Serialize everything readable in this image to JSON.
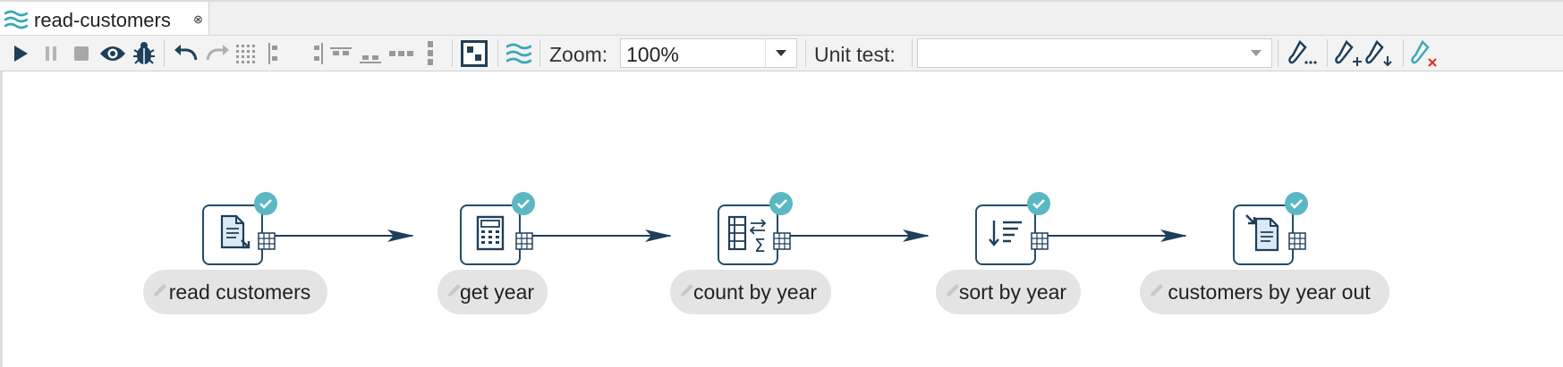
{
  "tab": {
    "title": "read-customers",
    "close_glyph": "⊗"
  },
  "toolbar": {
    "zoom_label": "Zoom:",
    "zoom_value": "100%",
    "unit_test_label": "Unit test:",
    "unit_test_value": "",
    "buttons": [
      "run-icon",
      "pause-icon",
      "stop-icon",
      "preview-icon",
      "debug-icon",
      "undo-icon",
      "redo-icon",
      "snap-to-grid-icon",
      "align-left-icon",
      "align-right-icon",
      "align-top-icon",
      "align-bottom-icon",
      "distribute-horizontal-icon",
      "distribute-vertical-icon",
      "panel-toggle-icon",
      "pipeline-icon",
      "unit-test-edit-icon",
      "unit-test-add-icon",
      "unit-test-download-icon",
      "unit-test-remove-icon"
    ]
  },
  "pipeline": {
    "transforms": [
      {
        "name": "read customers",
        "icon": "text-file-input-icon",
        "status": "success"
      },
      {
        "name": "get year",
        "icon": "calculator-icon",
        "status": "success"
      },
      {
        "name": "count by year",
        "icon": "group-by-icon",
        "status": "success"
      },
      {
        "name": "sort by year",
        "icon": "sort-rows-icon",
        "status": "success"
      },
      {
        "name": "customers by year out",
        "icon": "text-file-output-icon",
        "status": "success"
      }
    ],
    "hops": 4
  },
  "colors": {
    "accent": "#5ab7c3",
    "node_border": "#244c68",
    "label_bg": "#e4e4e4"
  }
}
